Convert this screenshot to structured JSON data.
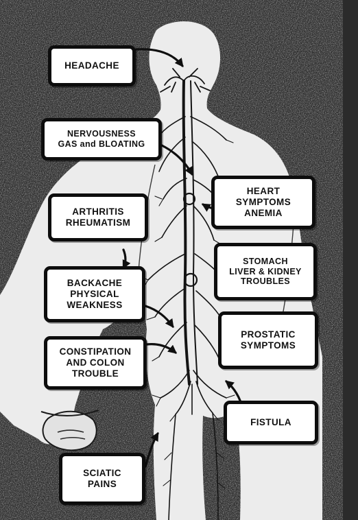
{
  "labels": {
    "headache": [
      "HEADACHE"
    ],
    "nervousness": [
      "NERVOUSNESS",
      "GAS and BLOATING"
    ],
    "arthritis": [
      "ARTHRITIS",
      "RHEUMATISM"
    ],
    "backache": [
      "BACKACHE",
      "PHYSICAL",
      "WEAKNESS"
    ],
    "constipation": [
      "CONSTIPATION",
      "AND COLON",
      "TROUBLE"
    ],
    "sciatic": [
      "SCIATIC",
      "PAINS"
    ],
    "heart": [
      "HEART",
      "SYMPTOMS",
      "ANEMIA"
    ],
    "stomach": [
      "STOMACH",
      "LIVER & KIDNEY",
      "TROUBLES"
    ],
    "prostatic": [
      "PROSTATIC",
      "SYMPTOMS"
    ],
    "fistula": [
      "FISTULA"
    ]
  },
  "colors": {
    "background": "#2a2a2a",
    "figure": "#ededed",
    "nerve": "#151515",
    "box_border": "#0d0d0d",
    "box_fill": "#ffffff"
  }
}
